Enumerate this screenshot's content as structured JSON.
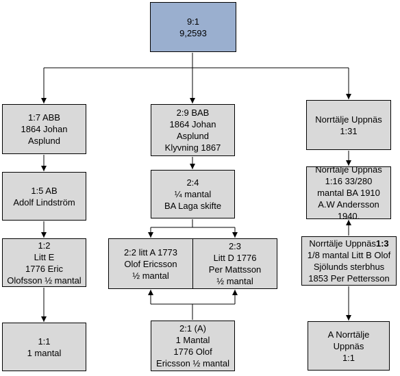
{
  "nodes": {
    "root": [
      "9:1",
      "9,2593"
    ],
    "col1_a": [
      "1:7 ABB",
      "1864 Johan",
      "Asplund"
    ],
    "col1_b": [
      "1:5 AB",
      "Adolf Lindström"
    ],
    "col1_c": [
      "1:2",
      "Litt E",
      "1776 Eric",
      "Olofsson ½ mantal"
    ],
    "col1_d": [
      "1:1",
      "1 mantal"
    ],
    "col2_a": [
      "2:9 BAB",
      "1864 Johan",
      "Asplund",
      "Klyvning 1867"
    ],
    "col2_b": [
      "2:4",
      "¼ mantal",
      "BA Laga skifte"
    ],
    "col2_left": [
      "2:2 litt A 1773",
      "Olof Ericsson",
      "½ mantal"
    ],
    "col2_right": [
      "2:3",
      "Litt D 1776",
      "Per Mattsson",
      "½ mantal"
    ],
    "col2_bottom": [
      "2:1 (A)",
      "1 Mantal",
      "1776 Olof",
      "Ericsson ½ mantal"
    ],
    "col3_a": [
      "Norrtälje Uppnäs",
      "1:31"
    ],
    "col3_b": [
      "Norrtälje Uppnäs",
      "1:16 33/280",
      "mantal BA 1910",
      "A.W Andersson",
      "1940."
    ],
    "col3_c_line1_prefix": "Norrtälje Uppnäs",
    "col3_c_line1_bold": "1:3",
    "col3_c": [
      "1/8 mantal Litt B Olof",
      "Sjölunds sterbhus",
      "1853 Per Pettersson"
    ],
    "col3_d": [
      "A Norrtälje",
      "Uppnäs",
      "1:1"
    ]
  }
}
